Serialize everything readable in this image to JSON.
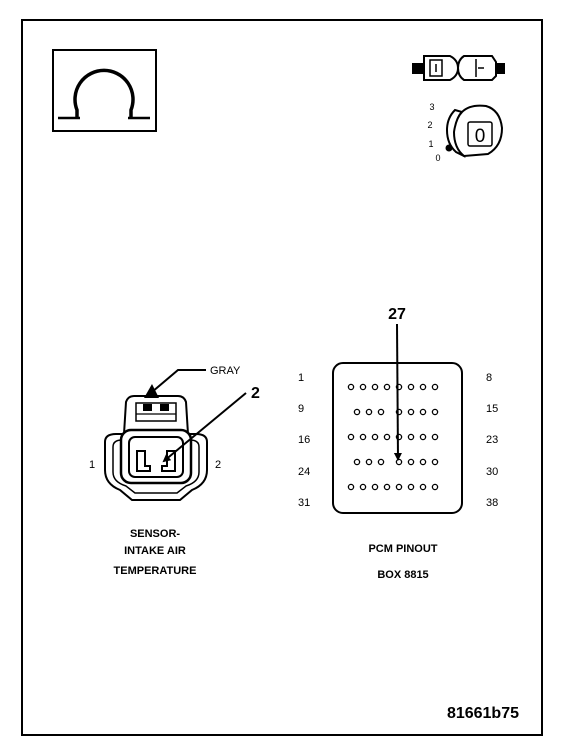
{
  "meter_symbol": "ohm-symbol",
  "ignition": {
    "connector_icon": "disconnect-connector-icon",
    "key_icon": "ignition-key-icon",
    "positions": [
      "3",
      "2",
      "1",
      "0"
    ],
    "key_label": "0"
  },
  "sensor": {
    "wire_color": "GRAY",
    "probe_pin": "2",
    "pin_left": "1",
    "pin_right": "2",
    "caption": [
      "SENSOR-",
      "INTAKE AIR",
      "TEMPERATURE"
    ]
  },
  "pcm": {
    "probe_pin": "27",
    "left_pins": [
      "1",
      "9",
      "16",
      "24",
      "31"
    ],
    "right_pins": [
      "8",
      "15",
      "23",
      "30",
      "38"
    ],
    "row_counts": [
      8,
      7,
      8,
      7,
      8
    ],
    "caption": [
      "PCM PINOUT",
      "BOX 8815"
    ]
  },
  "figure_id": "81661b75"
}
